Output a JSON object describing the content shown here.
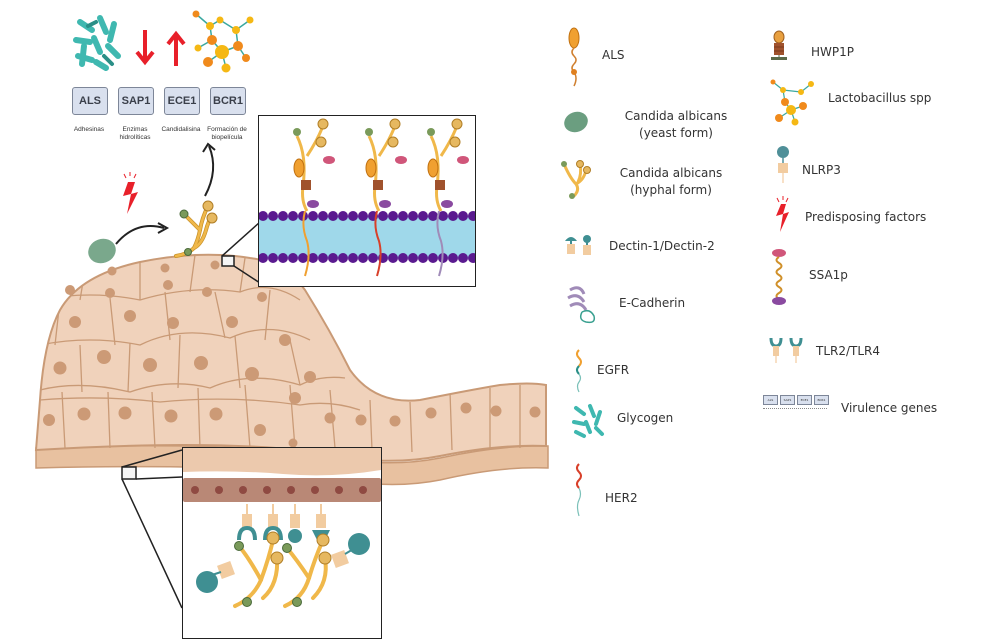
{
  "virulence_panel": {
    "arrows": {
      "down_color": "#e8202a",
      "up_color": "#e8202a"
    },
    "genes": [
      {
        "code": "ALS",
        "description": "Adhesinas"
      },
      {
        "code": "SAP1",
        "description": "Enzimas hidrolíticas"
      },
      {
        "code": "ECE1",
        "description": "Candidalisina"
      },
      {
        "code": "BCR1",
        "description": "Formación de biopelícula"
      }
    ]
  },
  "legend": {
    "column1": [
      {
        "icon": "als-protein-icon",
        "label": "ALS"
      },
      {
        "icon": "yeast-cell-icon",
        "label": "Candida albicans (yeast form)"
      },
      {
        "icon": "hyphae-icon",
        "label": "Candida albicans (hyphal form)"
      },
      {
        "icon": "dectin-receptor-icon",
        "label": "Dectin-1/Dectin-2"
      },
      {
        "icon": "e-cadherin-icon",
        "label": "E-Cadherin"
      },
      {
        "icon": "egfr-icon",
        "label": "EGFR"
      },
      {
        "icon": "glycogen-icon",
        "label": "Glycogen"
      },
      {
        "icon": "her2-icon",
        "label": "HER2"
      }
    ],
    "column2": [
      {
        "icon": "hwp1p-icon",
        "label": "HWP1P"
      },
      {
        "icon": "lactobacillus-icon",
        "label": "Lactobacillus spp"
      },
      {
        "icon": "nlrp3-icon",
        "label": "NLRP3"
      },
      {
        "icon": "lightning-icon",
        "label": "Predisposing factors"
      },
      {
        "icon": "ssa1p-icon",
        "label": "SSA1p"
      },
      {
        "icon": "tlr-receptor-icon",
        "label": "TLR2/TLR4"
      },
      {
        "icon": "virulence-genes-icon",
        "label": "Virulence genes"
      }
    ],
    "mini_genes": [
      "ALS",
      "SAP1",
      "ECE1",
      "BCR1"
    ]
  },
  "colors": {
    "tissue": "#ecc9ad",
    "tissue_border": "#c99a76",
    "nucleus": "#cc9a76",
    "membrane_head": "#5a1a8f",
    "membrane_tail": "#9fd8ea",
    "glycogen": "#3fb8b0",
    "lactobacillus_orange": "#f08a1c",
    "lactobacillus_yellow": "#f5b814",
    "hyphae": "#f0b84a",
    "yeast": "#6b9e80",
    "alarm_red": "#e8202a"
  }
}
